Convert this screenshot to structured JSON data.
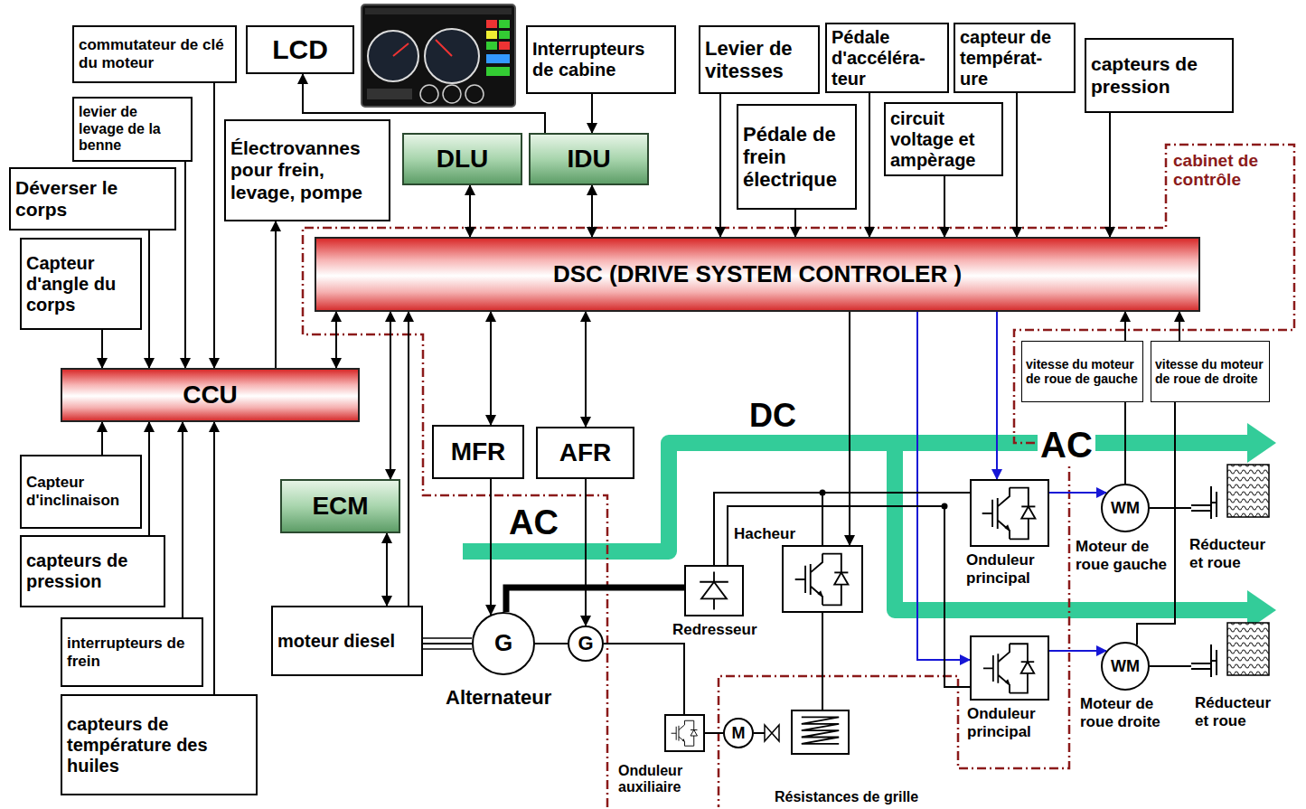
{
  "diagram": {
    "nodes": [
      {
        "text": [
          "commutateur de clé du moteur"
        ]
      },
      {
        "text": [
          "LCD"
        ]
      },
      {
        "text": [
          "Interrupteurs de cabine"
        ]
      },
      {
        "text": [
          "Levier de vitesses"
        ]
      },
      {
        "text": [
          "Pédale d'accéléra- teur"
        ]
      },
      {
        "text": [
          "capteur de températ- ure"
        ]
      },
      {
        "text": [
          "capteurs de pression"
        ]
      },
      {
        "text": [
          "levier de levage de la benne"
        ]
      },
      {
        "text": [
          "Électrovannes pour frein, levage, pompe"
        ]
      },
      {
        "text": [
          "DLU"
        ]
      },
      {
        "text": [
          "IDU"
        ]
      },
      {
        "text": [
          "Pédale de frein électrique"
        ]
      },
      {
        "text": [
          "circuit voltage et ampèrage"
        ]
      },
      {
        "text": [
          "Déverser le corps"
        ]
      },
      {
        "text": [
          "Capteur d'angle du corps"
        ]
      },
      {
        "text": [
          "DSC (DRIVE SYSTEM CONTROLER )"
        ]
      },
      {
        "text": [
          "vitesse du moteur de roue de gauche"
        ]
      },
      {
        "text": [
          "vitesse du moteur de roue de droite"
        ]
      },
      {
        "text": [
          "CCU"
        ]
      },
      {
        "text": [
          "MFR"
        ]
      },
      {
        "text": [
          "AFR"
        ]
      },
      {
        "text": [
          "Capteur d'inclinaison"
        ]
      },
      {
        "text": [
          "ECM"
        ]
      },
      {
        "text": [
          "Onduleur principal"
        ]
      },
      {
        "text": [
          "WM",
          "Moteur de roue gauche"
        ]
      },
      {
        "text": [
          "Réducteur et roue"
        ]
      },
      {
        "text": [
          "Hacheur"
        ]
      },
      {
        "text": [
          "capteurs de pression"
        ]
      },
      {
        "text": [
          "Redresseur"
        ]
      },
      {
        "text": [
          "interrupteurs de frein"
        ]
      },
      {
        "text": [
          "moteur diesel"
        ]
      },
      {
        "text": [
          "G"
        ]
      },
      {
        "text": [
          "G"
        ]
      },
      {
        "text": [
          "Onduleur principal"
        ]
      },
      {
        "text": [
          "WM",
          "Moteur de roue droite"
        ]
      },
      {
        "text": [
          "Réducteur et roue"
        ]
      },
      {
        "text": [
          "capteurs de température des huiles"
        ]
      },
      {
        "text": [
          "Onduleur auxiliaire"
        ]
      },
      {
        "text": [
          "M"
        ]
      },
      {
        "text": [
          "Résistances de grille"
        ]
      }
    ],
    "edges": [
      {
        "from": 0,
        "to": 18,
        "arrow": "to"
      },
      {
        "from": 7,
        "to": 18,
        "arrow": "to"
      },
      {
        "from": 13,
        "to": 18,
        "arrow": "to"
      },
      {
        "from": 14,
        "to": 18,
        "arrow": "to"
      },
      {
        "from": 21,
        "to": 18,
        "arrow": "to"
      },
      {
        "from": 27,
        "to": 18,
        "arrow": "to"
      },
      {
        "from": 29,
        "to": 18,
        "arrow": "to"
      },
      {
        "from": 36,
        "to": 18,
        "arrow": "to"
      },
      {
        "from": 18,
        "to": 8,
        "arrow": "to"
      },
      {
        "from": 18,
        "to": 15,
        "arrow": "both"
      },
      {
        "from": 10,
        "to": 1,
        "arrow": "to"
      },
      {
        "from": 2,
        "to": 10,
        "arrow": "to"
      },
      {
        "from": 9,
        "to": 15,
        "arrow": "both"
      },
      {
        "from": 10,
        "to": 15,
        "arrow": "both"
      },
      {
        "from": 3,
        "to": 15,
        "arrow": "to"
      },
      {
        "from": 11,
        "to": 15,
        "arrow": "to"
      },
      {
        "from": 4,
        "to": 15,
        "arrow": "to"
      },
      {
        "from": 12,
        "to": 15,
        "arrow": "to"
      },
      {
        "from": 5,
        "to": 15,
        "arrow": "to"
      },
      {
        "from": 6,
        "to": 15,
        "arrow": "to"
      },
      {
        "from": 15,
        "to": 22,
        "arrow": "both"
      },
      {
        "from": 22,
        "to": 30,
        "arrow": "both"
      },
      {
        "from": 30,
        "to": 15,
        "arrow": "to"
      },
      {
        "from": 15,
        "to": 19,
        "arrow": "both"
      },
      {
        "from": 15,
        "to": 20,
        "arrow": "both"
      },
      {
        "from": 19,
        "to": 31,
        "arrow": "to"
      },
      {
        "from": 20,
        "to": 32,
        "arrow": "to"
      },
      {
        "from": 15,
        "to": 26,
        "arrow": "to"
      },
      {
        "from": 15,
        "to": 23,
        "arrow": "to"
      },
      {
        "from": 15,
        "to": 33,
        "arrow": "to"
      },
      {
        "from": 16,
        "to": 15,
        "arrow": "to"
      },
      {
        "from": 17,
        "to": 15,
        "arrow": "to"
      },
      {
        "from": 24,
        "to": 16,
        "arrow": "none"
      },
      {
        "from": 34,
        "to": 17,
        "arrow": "none"
      },
      {
        "from": 23,
        "to": 24,
        "arrow": "to"
      },
      {
        "from": 33,
        "to": 34,
        "arrow": "to"
      },
      {
        "from": 24,
        "to": 25,
        "arrow": "none"
      },
      {
        "from": 34,
        "to": 35,
        "arrow": "none"
      },
      {
        "from": 30,
        "to": 31,
        "arrow": "none"
      },
      {
        "from": 31,
        "to": 32,
        "arrow": "none"
      },
      {
        "from": 31,
        "to": 28,
        "arrow": "none"
      },
      {
        "from": 32,
        "to": 37,
        "arrow": "none"
      },
      {
        "from": 37,
        "to": 38,
        "arrow": "none"
      },
      {
        "from": 26,
        "to": 39,
        "arrow": "none"
      },
      {
        "from": 28,
        "to": 23,
        "arrow": "none"
      },
      {
        "from": 28,
        "to": 33,
        "arrow": "none"
      }
    ],
    "labels": [
      "cabinet de contrôle",
      "DC",
      "AC",
      "AC",
      "Alternateur"
    ]
  }
}
